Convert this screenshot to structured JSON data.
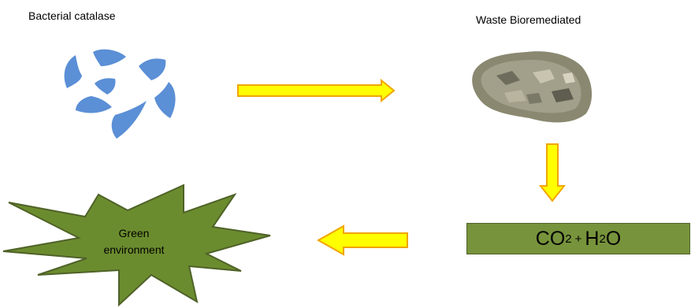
{
  "labels": {
    "enzyme": "Bacterial catalase",
    "waste": "Waste Bioremediated"
  },
  "product": {
    "co": "CO",
    "sub1": "2",
    "plus": "+",
    "h": "H",
    "sub2": "2",
    "o": "O"
  },
  "outcome": {
    "line1": "Green",
    "line2": "environment"
  },
  "colors": {
    "enzyme_blue": "#5b8fd6",
    "arrow_yellow": "#ffff00",
    "arrow_outline": "#f0a500",
    "box_green": "#77933c",
    "star_green": "#6b8c2e"
  }
}
